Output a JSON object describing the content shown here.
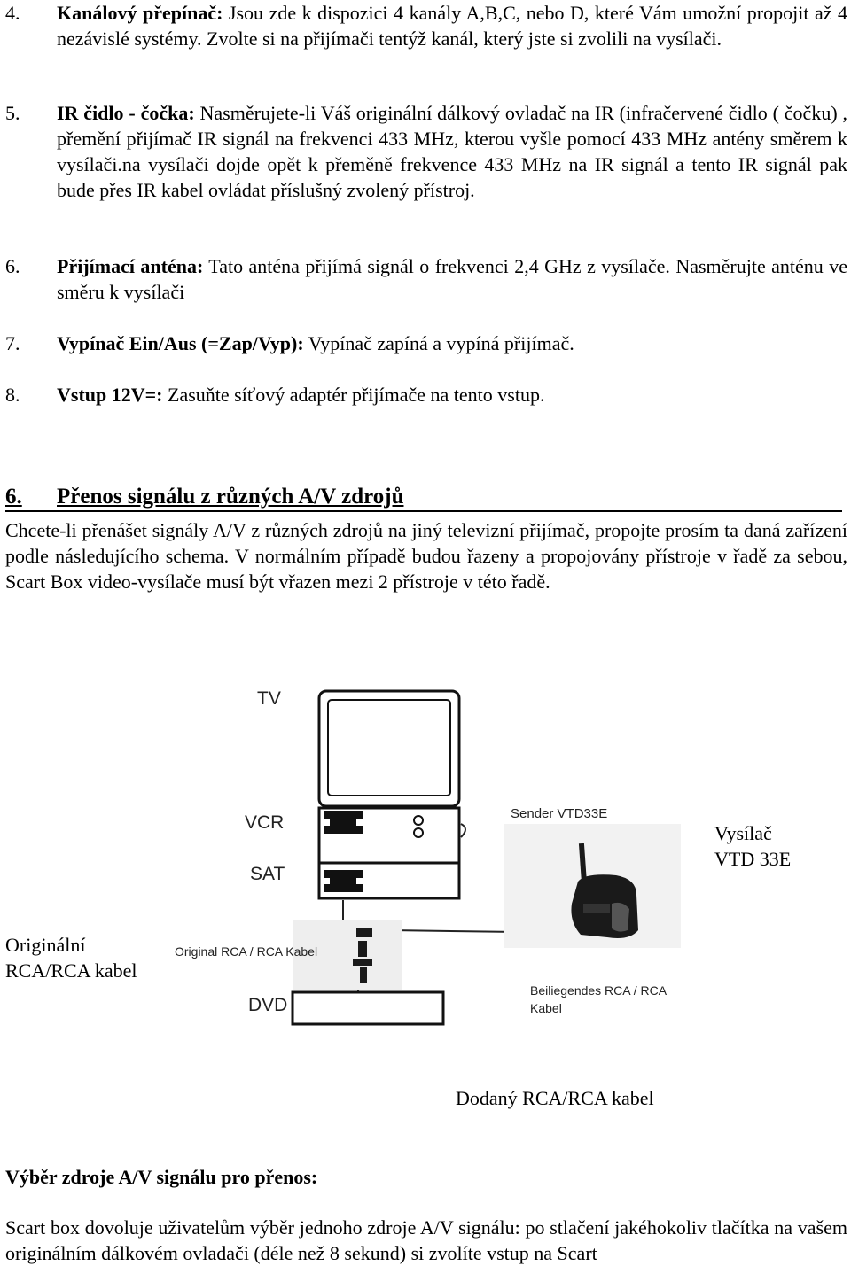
{
  "items": [
    {
      "num": "4.",
      "title": "Kanálový přepínač:",
      "text": " Jsou zde k dispozici 4 kanály A,B,C, nebo D,  které Vám umožní propojit až 4 nezávislé systémy. Zvolte si na přijímači tentýž kanál, který jste si zvolili na vysílači."
    },
    {
      "num": "5.",
      "title": "IR čidlo - čočka:",
      "text": " Nasměrujete-li Váš originální dálkový ovladač na IR (infračervené čidlo ( čočku) , přemění přijímač IR signál na frekvenci 433 MHz, kterou vyšle pomocí 433 MHz antény směrem k vysílači.na vysílači dojde opět k přeměně frekvence 433 MHz na IR signál a  tento IR signál pak bude přes IR kabel ovládat příslušný zvolený přístroj."
    },
    {
      "num": "6.",
      "title": "Přijímací anténa:",
      "text": " Tato anténa přijímá signál o frekvenci 2,4 GHz z vysílače. Nasměrujte anténu ve směru k vysílači"
    },
    {
      "num": "7.",
      "title": "Vypínač Ein/Aus (=Zap/Vyp):",
      "text": " Vypínač zapíná a vypíná přijímač."
    },
    {
      "num": "8.",
      "title": "Vstup 12V=:",
      "text": " Zasuňte síťový adaptér přijímače na tento vstup."
    }
  ],
  "section": {
    "num": "6.",
    "title": "Přenos signálu z různých A/V zdrojů",
    "intro": "Chcete-li přenášet signály A/V  z různých zdrojů na jiný televizní přijímač, propojte prosím ta daná zařízení podle následujícího schema.  V normálním případě budou řazeny a propojovány přístroje v řadě za sebou, Scart Box video-vysílače musí být vřazen mezi 2 přístroje v  této řadě."
  },
  "diagram": {
    "tv": "TV",
    "vcr": "VCR",
    "sat": "SAT",
    "dvd": "DVD",
    "sender": "Sender VTD33E",
    "original_cable": "Original RCA / RCA Kabel",
    "beiliegend_1": "Beiliegendes RCA / RCA",
    "beiliegend_2": "Kabel"
  },
  "labels": {
    "vysilac_1": "Vysílač",
    "vysilac_2": "VTD 33E",
    "originalni_1": "Originální",
    "originalni_2": "RCA/RCA kabel",
    "dodany": "Dodaný RCA/RCA kabel"
  },
  "selection": {
    "heading": "Výběr zdroje A/V signálu pro přenos:",
    "text": "Scart box dovoluje uživatelům výběr jednoho zdroje A/V signálu: po stlačení jakéhokoliv tlačítka na vašem originálním dálkovém ovladači (déle než 8 sekund)  si zvolíte vstup na Scart"
  }
}
